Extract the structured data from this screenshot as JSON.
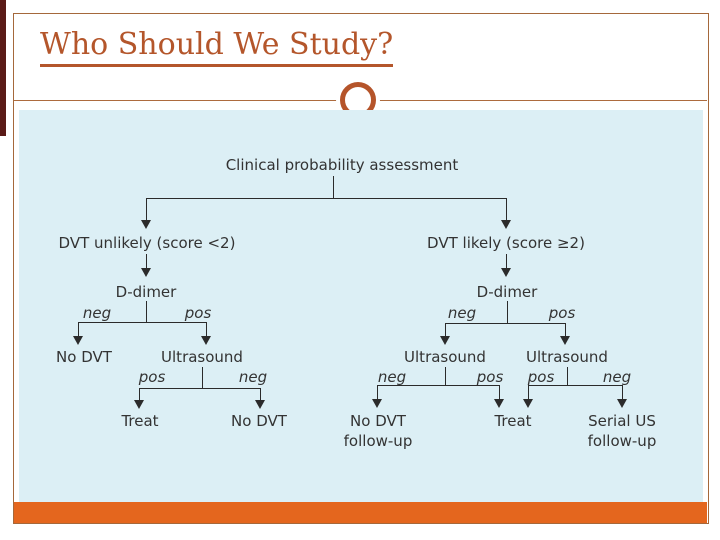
{
  "header": {
    "title": "Who Should We Study?"
  },
  "colors": {
    "title": "#B4562B",
    "left_accent_bar": "#5A1A17",
    "frame_border": "#A5683B",
    "circle_ring": "#B5542A",
    "panel_background": "#DCEFF5",
    "bottom_bar": "#E4661E",
    "diagram_text": "#333333",
    "connector": "#2B2B2B"
  },
  "diagram": {
    "root": "Clinical probability assessment",
    "left": {
      "node": "DVT unlikely (score <2)",
      "test": "D-dimer",
      "neg_label": "neg",
      "pos_label": "pos",
      "neg_result": "No DVT",
      "pos_branch": {
        "node": "Ultrasound",
        "pos_label": "pos",
        "neg_label": "neg",
        "pos_result": "Treat",
        "neg_result": "No DVT"
      }
    },
    "right": {
      "node": "DVT likely (score ≥2)",
      "test": "D-dimer",
      "neg_label": "neg",
      "pos_label": "pos",
      "neg_branch": {
        "node": "Ultrasound",
        "neg_label": "neg",
        "pos_label": "pos",
        "neg_result_line1": "No DVT",
        "neg_result_line2": "follow-up"
      },
      "pos_branch": {
        "node": "Ultrasound",
        "pos_label": "pos",
        "neg_label": "neg",
        "neg_result_line1": "Serial US",
        "neg_result_line2": "follow-up"
      },
      "treat": "Treat"
    }
  }
}
